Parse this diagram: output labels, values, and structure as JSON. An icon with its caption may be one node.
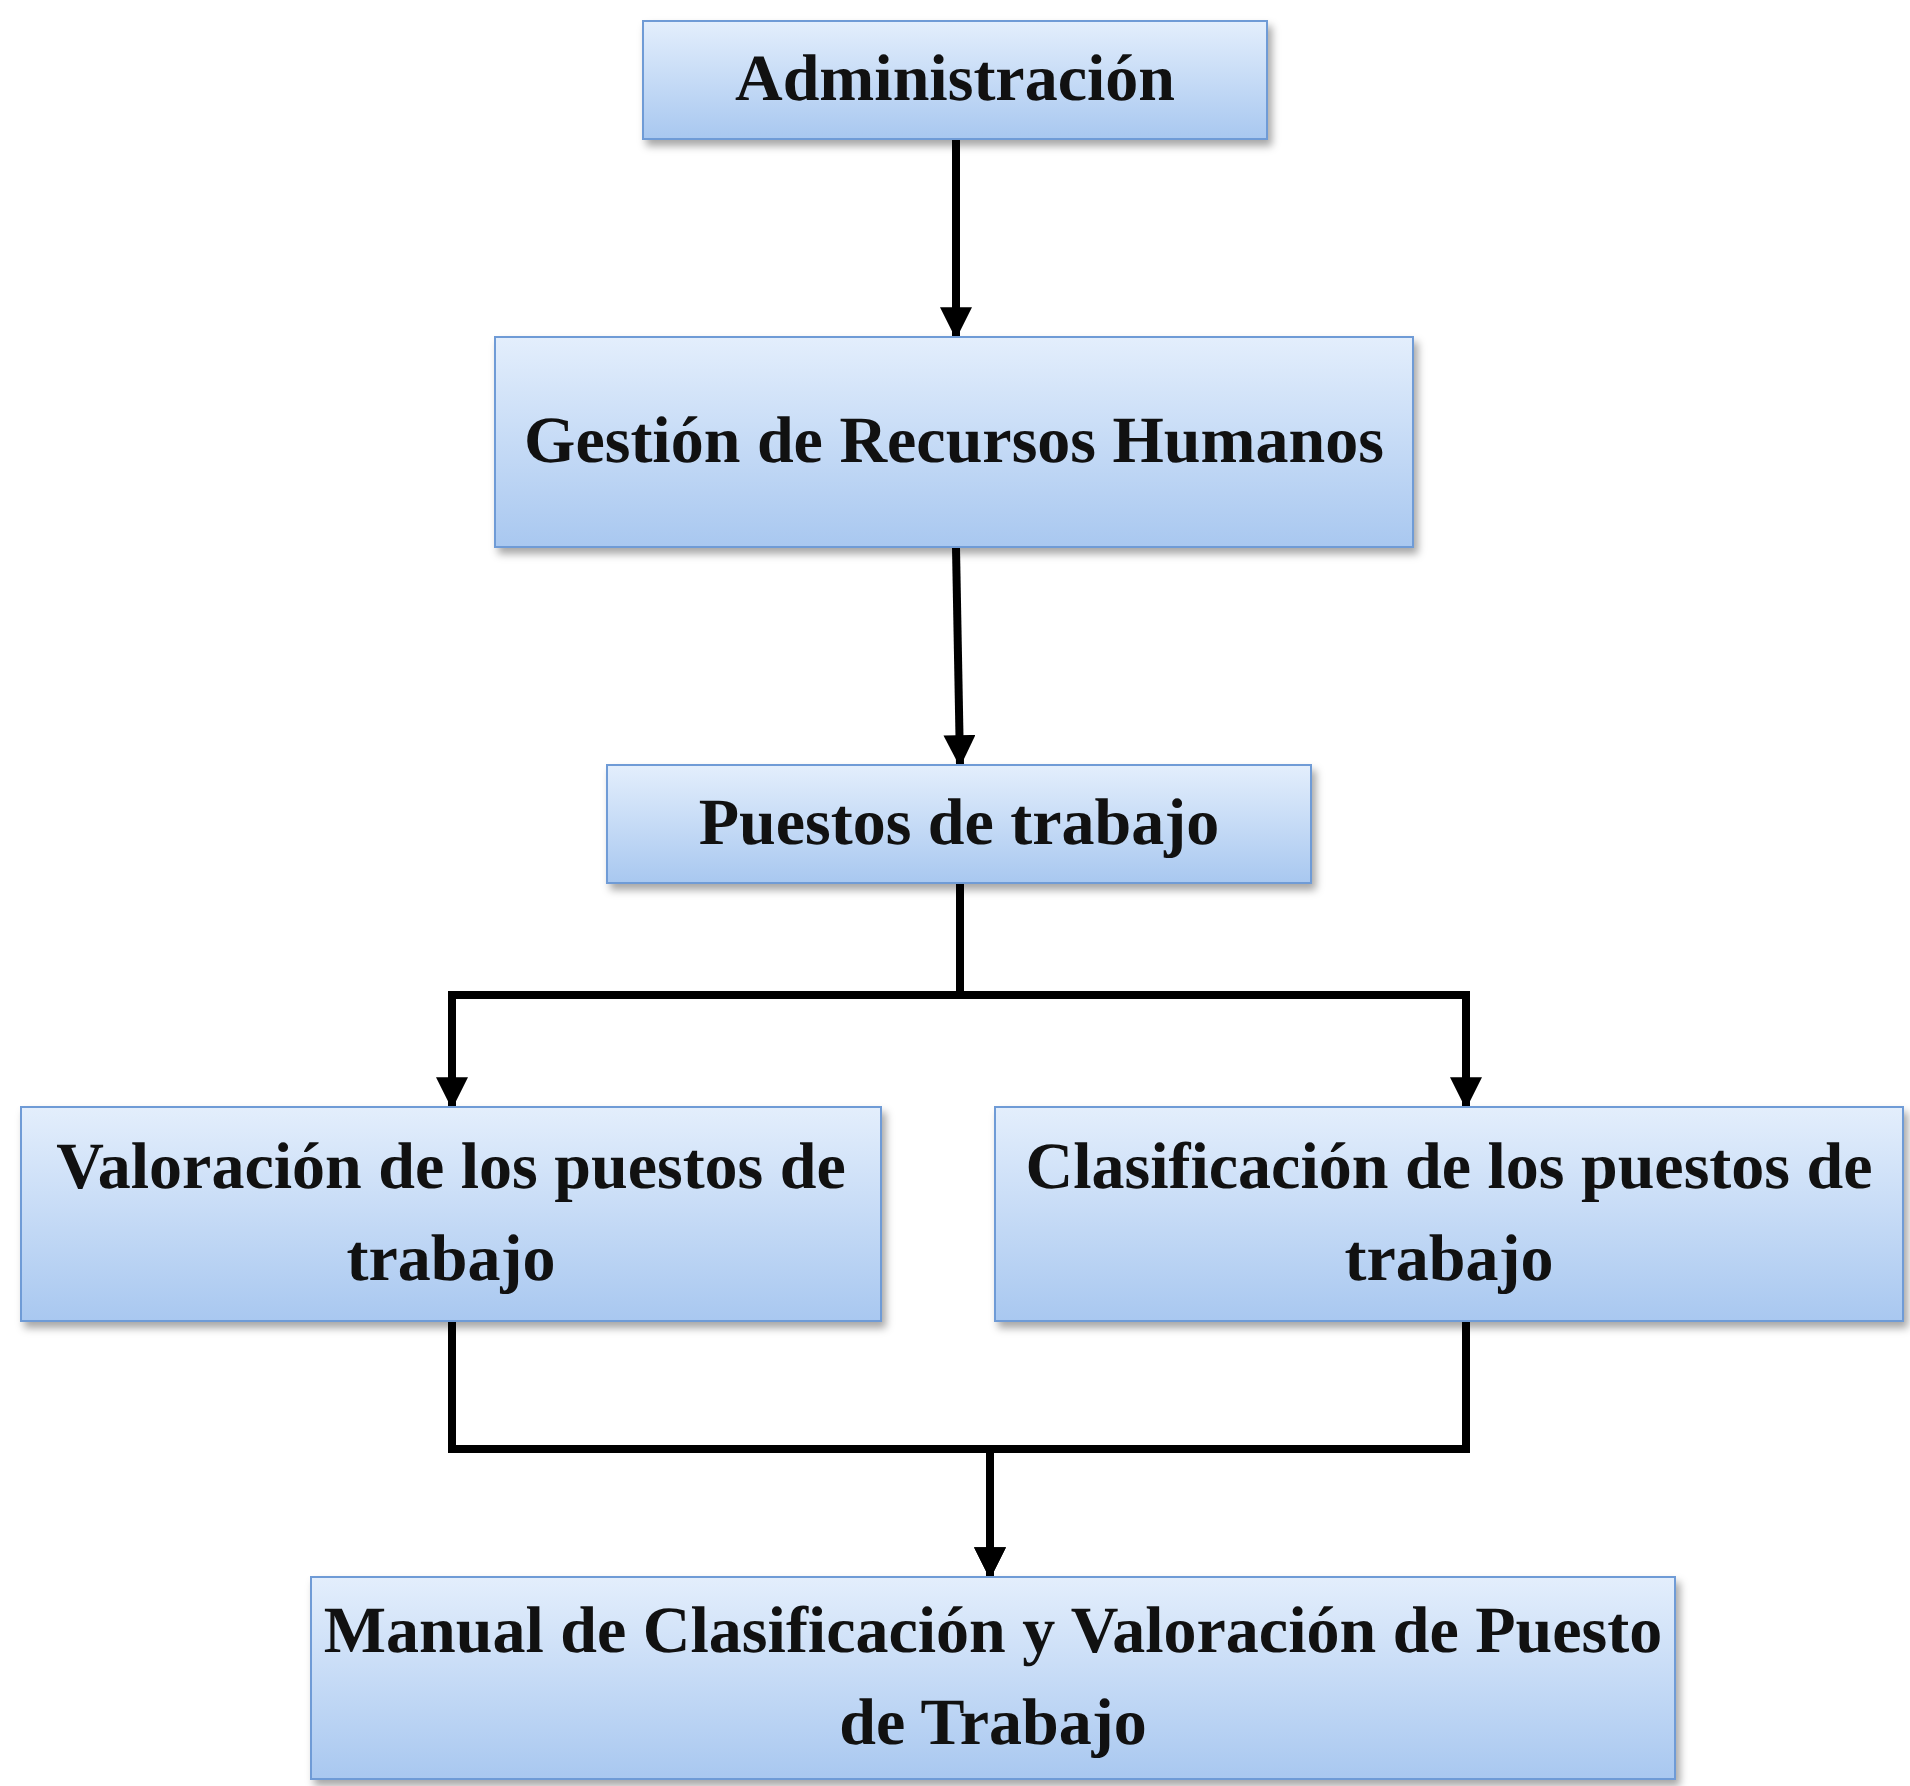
{
  "diagram": {
    "nodes": [
      {
        "text": [
          "Administración"
        ]
      },
      {
        "text": [
          "Gestión de Recursos Humanos"
        ]
      },
      {
        "text": [
          "Puestos de trabajo"
        ]
      },
      {
        "text": [
          "Valoración de los puestos de trabajo"
        ]
      },
      {
        "text": [
          "Clasificación de los puestos de trabajo"
        ]
      },
      {
        "text": [
          "Manual de Clasificación y Valoración de Puesto de Trabajo"
        ]
      }
    ],
    "edges": [
      {
        "from": 0,
        "to": 1,
        "arrow": "to"
      },
      {
        "from": 1,
        "to": 2,
        "arrow": "to"
      },
      {
        "from": 2,
        "to": 3,
        "arrow": "to"
      },
      {
        "from": 2,
        "to": 4,
        "arrow": "to"
      },
      {
        "from": 3,
        "to": 5,
        "arrow": "to"
      },
      {
        "from": 4,
        "to": 5,
        "arrow": "to"
      }
    ]
  }
}
